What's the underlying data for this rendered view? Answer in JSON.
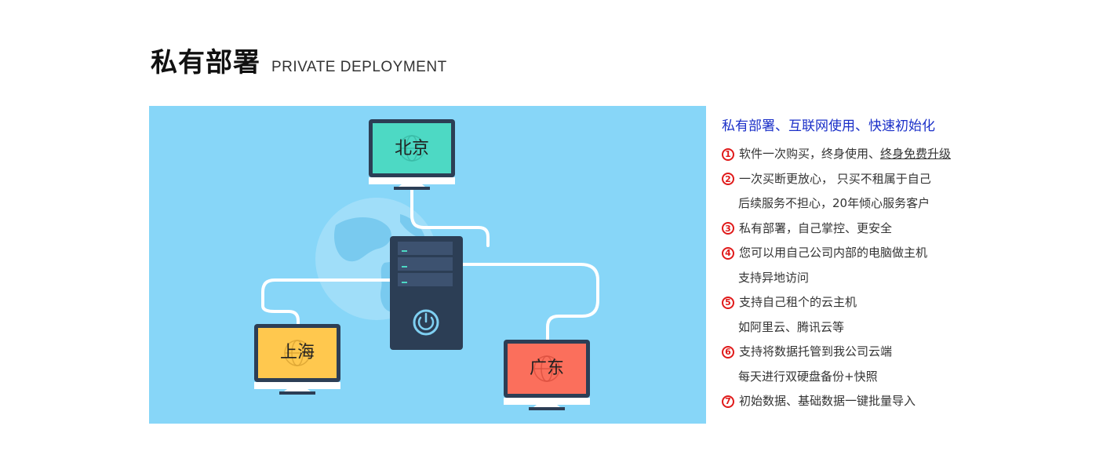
{
  "header": {
    "title": "私有部署",
    "subtitle": "PRIVATE DEPLOYMENT"
  },
  "illustration": {
    "top_monitor": "北京",
    "left_monitor": "上海",
    "right_monitor": "广东",
    "colors": {
      "background": "#87d6f8",
      "monitor_beijing": "#4dd9c4",
      "monitor_shanghai": "#ffc84e",
      "monitor_guangdong": "#fb6f5c",
      "server": "#2c3e55"
    }
  },
  "features": {
    "headline": "私有部署、互联网使用、快速初始化",
    "items": [
      {
        "num": "1",
        "text": "软件一次购买，终身使用、",
        "highlight": "终身免费升级"
      },
      {
        "num": "2",
        "text": "一次买断更放心，  只买不租属于自己"
      },
      {
        "text": "后续服务不担心，20年倾心服务客户"
      },
      {
        "num": "3",
        "text": "私有部署，自己掌控、更安全"
      },
      {
        "num": "4",
        "text": "您可以用自己公司内部的电脑做主机"
      },
      {
        "text": "支持异地访问"
      },
      {
        "num": "5",
        "text": "支持自己租个的云主机"
      },
      {
        "text": "如阿里云、腾讯云等"
      },
      {
        "num": "6",
        "text": "支持将数据托管到我公司云端"
      },
      {
        "text": "每天进行双硬盘备份+快照"
      },
      {
        "num": "7",
        "text": "初始数据、基础数据一键批量导入"
      }
    ]
  }
}
